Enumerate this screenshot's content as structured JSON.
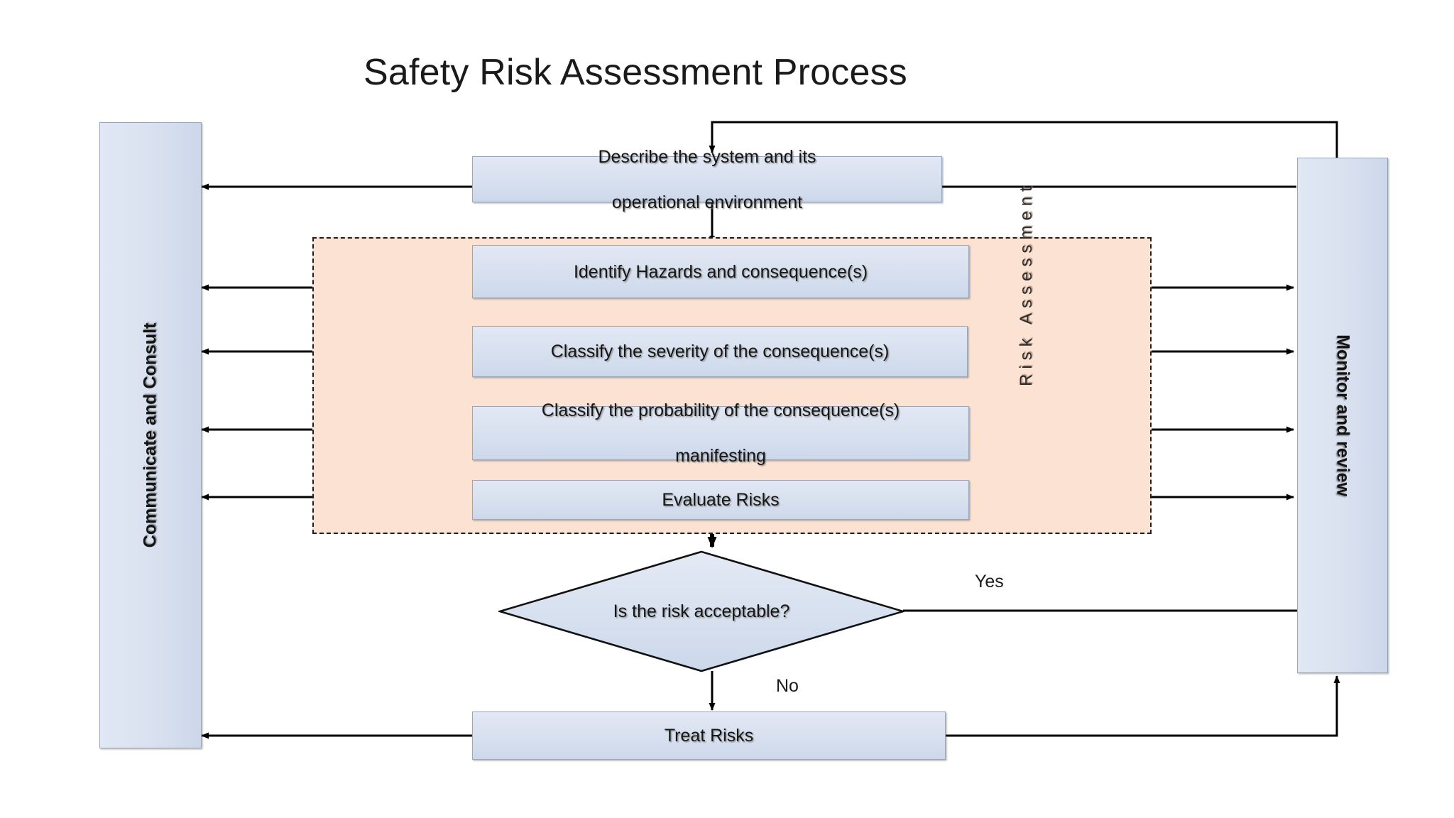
{
  "diagram": {
    "title": "Safety Risk Assessment Process",
    "left_sidebar": {
      "label": "Communicate and Consult"
    },
    "right_sidebar": {
      "label": "Monitor and review"
    },
    "group": {
      "label": "Risk Assessment"
    },
    "steps": [
      {
        "id": "describe",
        "label": "Describe the system and its operational environment",
        "line1": "Describe the system and its",
        "line2": "operational environment"
      },
      {
        "id": "identify",
        "label": "Identify Hazards and consequence(s)"
      },
      {
        "id": "severity",
        "label": "Classify the severity of the consequence(s)"
      },
      {
        "id": "probability",
        "label": "Classify the probability of the consequence(s) manifesting",
        "line1": "Classify the probability of the consequence(s)",
        "line2": "manifesting"
      },
      {
        "id": "evaluate",
        "label": "Evaluate Risks"
      },
      {
        "id": "treat",
        "label": "Treat Risks"
      }
    ],
    "decision": {
      "label": "Is the risk acceptable?"
    },
    "branches": {
      "yes": "Yes",
      "no": "No"
    },
    "colors": {
      "box_fill": "#d7e0ef",
      "box_border": "#9aa7bb",
      "group_fill": "#fbe2d2",
      "group_border": "#1d1d1d",
      "line": "#000000",
      "text": "#161616"
    }
  }
}
